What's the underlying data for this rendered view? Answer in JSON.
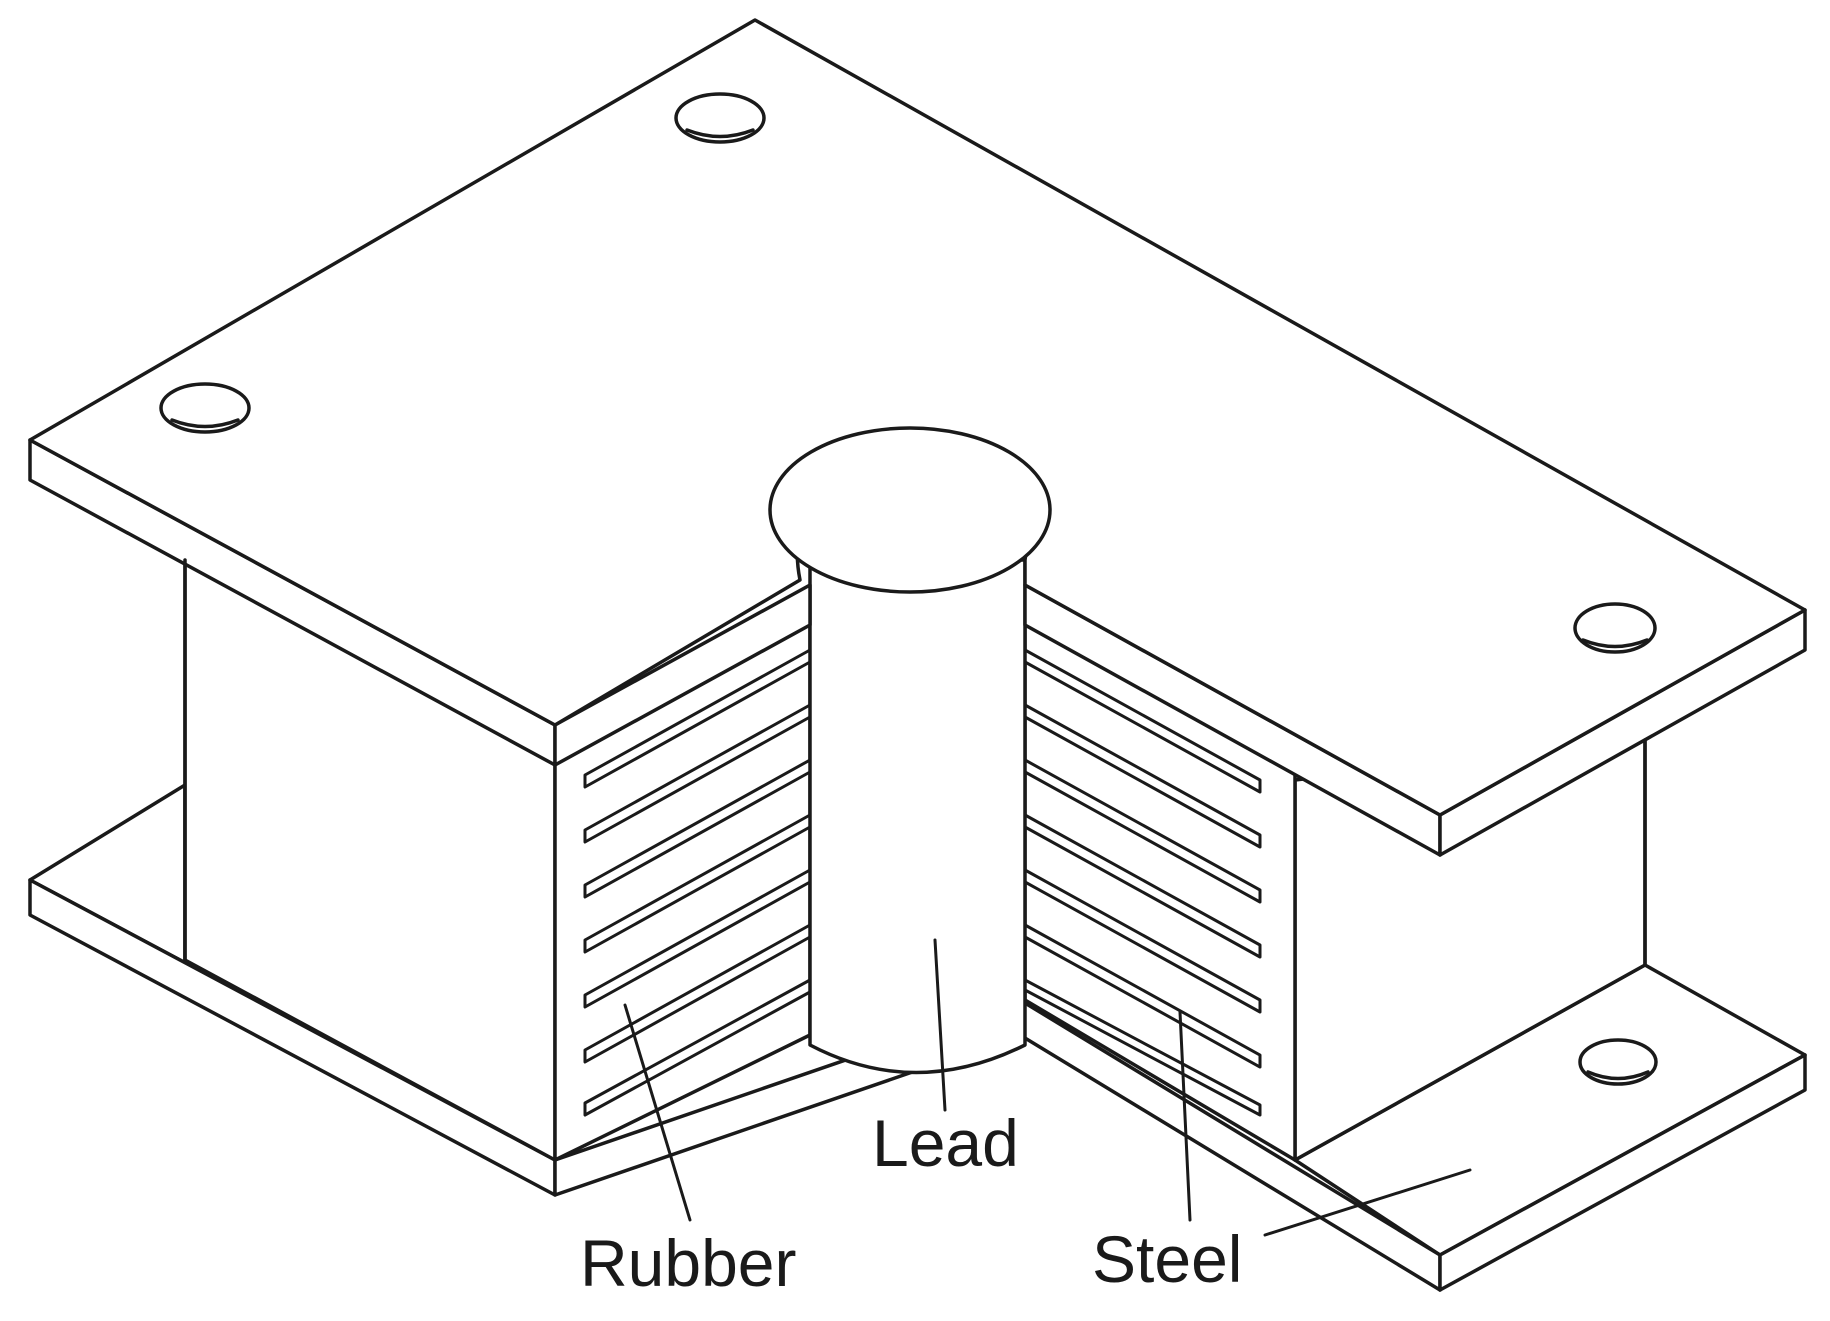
{
  "labels": {
    "lead": "Lead",
    "rubber": "Rubber",
    "steel": "Steel"
  },
  "colors": {
    "ink": "#1a1a1a",
    "background": "#ffffff"
  }
}
